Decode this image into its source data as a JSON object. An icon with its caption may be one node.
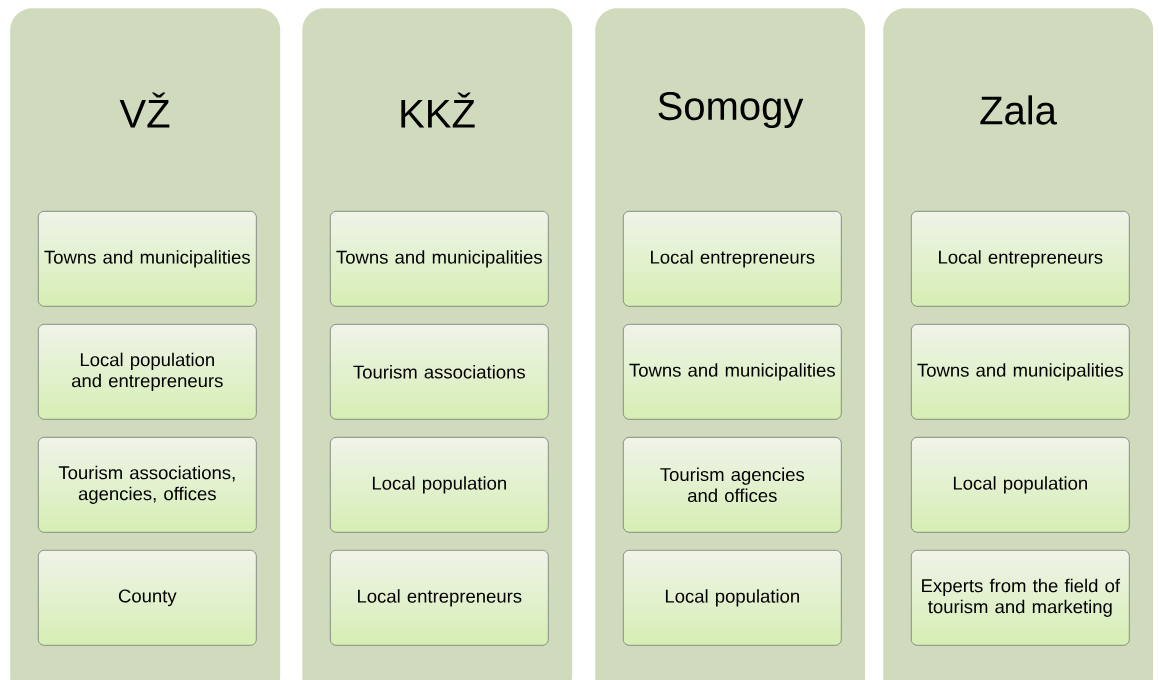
{
  "diagram": {
    "nodes": [
      {
        "text": [
          "VŽ"
        ]
      },
      {
        "text": [
          "Towns and municipalities"
        ],
        "in": 0
      },
      {
        "text": [
          "Local population and entrepreneurs"
        ],
        "in": 0
      },
      {
        "text": [
          "Tourism associations, agencies, offices"
        ],
        "in": 0
      },
      {
        "text": [
          "County"
        ],
        "in": 0
      },
      {
        "text": [
          "KKŽ"
        ]
      },
      {
        "text": [
          "Towns and municipalities"
        ],
        "in": 5
      },
      {
        "text": [
          "Tourism associations"
        ],
        "in": 5
      },
      {
        "text": [
          "Local population"
        ],
        "in": 5
      },
      {
        "text": [
          "Local entrepreneurs"
        ],
        "in": 5
      },
      {
        "text": [
          "Somogy"
        ]
      },
      {
        "text": [
          "Local entrepreneurs"
        ],
        "in": 10
      },
      {
        "text": [
          "Towns and municipalities"
        ],
        "in": 10
      },
      {
        "text": [
          "Tourism agencies and offices"
        ],
        "in": 10
      },
      {
        "text": [
          "Local population"
        ],
        "in": 10
      },
      {
        "text": [
          "Zala"
        ]
      },
      {
        "text": [
          "Local entrepreneurs"
        ],
        "in": 15
      },
      {
        "text": [
          "Towns and municipalities"
        ],
        "in": 15
      },
      {
        "text": [
          "Local population"
        ],
        "in": 15
      },
      {
        "text": [
          "Experts from the field of tourism and marketing"
        ],
        "in": 15
      }
    ]
  }
}
